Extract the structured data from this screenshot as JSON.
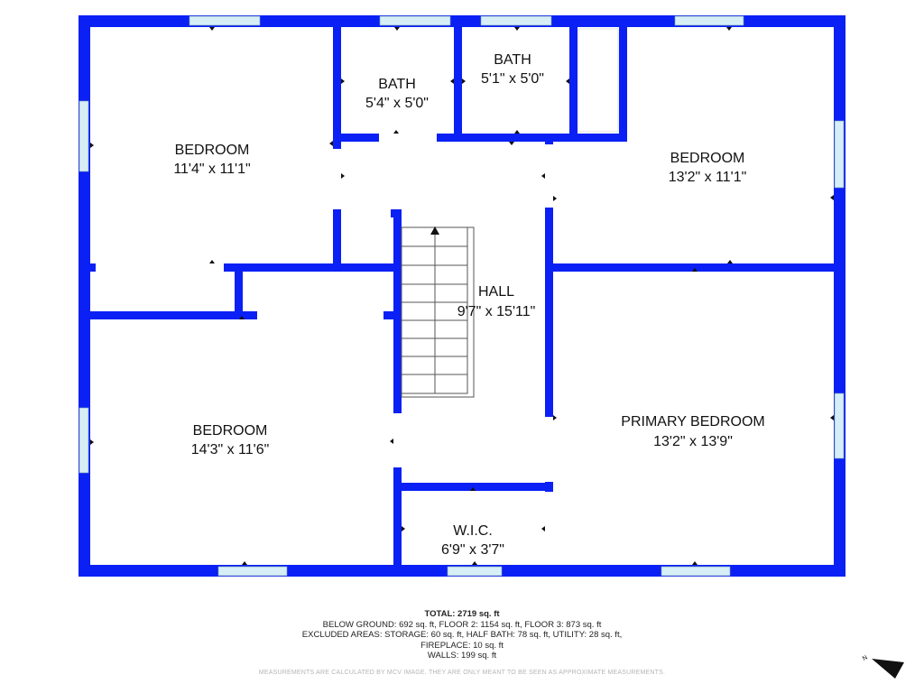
{
  "rooms": [
    {
      "key": "bedroom_nw",
      "name": "BEDROOM",
      "size": "11'4\" x 11'1\""
    },
    {
      "key": "bath_left",
      "name": "BATH",
      "size": "5'4\" x 5'0\""
    },
    {
      "key": "bath_right",
      "name": "BATH",
      "size": "5'1\" x 5'0\""
    },
    {
      "key": "bedroom_ne",
      "name": "BEDROOM",
      "size": "13'2\" x 11'1\""
    },
    {
      "key": "hall",
      "name": "HALL",
      "size": "9'7\" x 15'11\""
    },
    {
      "key": "bedroom_sw",
      "name": "BEDROOM",
      "size": "14'3\" x 11'6\""
    },
    {
      "key": "primary",
      "name": "PRIMARY BEDROOM",
      "size": "13'2\" x 13'9\""
    },
    {
      "key": "wic",
      "name": "W.I.C.",
      "size": "6'9\" x 3'7\""
    }
  ],
  "totals": {
    "total": "TOTAL: 2719 sq. ft",
    "breakdown": "BELOW GROUND: 692 sq. ft, FLOOR 2: 1154 sq. ft, FLOOR 3: 873 sq. ft",
    "excluded": "EXCLUDED AREAS: STORAGE: 60 sq. ft, HALF BATH: 78 sq. ft, UTILITY: 28 sq. ft,",
    "fireplace": "FIREPLACE: 10 sq. ft",
    "walls": "WALLS: 199 sq. ft"
  },
  "disclaimer": "MEASUREMENTS ARE CALCULATED BY MCV IMAGE. THEY ARE ONLY MEANT TO BE SEEN AS APPROXIMATE MEASUREMENTS.",
  "compass": {
    "label": "N",
    "icon": "north-arrow-icon"
  },
  "colors": {
    "wall": "#0a20f5",
    "window": "#d6eef6",
    "opening": "#ffffff"
  }
}
